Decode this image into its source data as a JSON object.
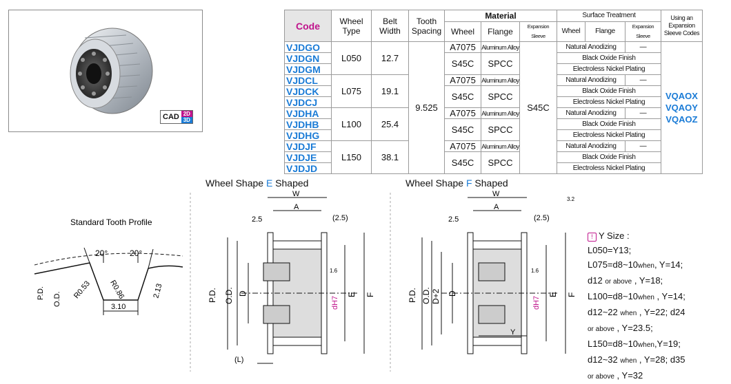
{
  "cad_badge": {
    "label": "CAD",
    "top": "2D",
    "bottom": "3D"
  },
  "table": {
    "headers": {
      "code": "Code",
      "wheel_type": "Wheel\nType",
      "belt_width": "Belt\nWidth",
      "tooth_spacing": "Tooth\nSpacing",
      "material": "Material",
      "material_wheel": "Wheel",
      "material_flange": "Flange",
      "material_sleeve": "Expansion Sleeve",
      "surface": "Surface Treatment",
      "surface_wheel": "Wheel",
      "surface_flange": "Flange",
      "surface_sleeve": "Expansion Sleeve",
      "using_sleeve": "Using an Expansion Sleeve Codes"
    },
    "codes": [
      "VJDGO",
      "VJDGN",
      "VJDGM",
      "VJDCL",
      "VJDCK",
      "VJDCJ",
      "VJDHA",
      "VJDHB",
      "VJDHG",
      "VJDJF",
      "VJDJE",
      "VJDJD"
    ],
    "groups": [
      {
        "wheel_type": "L050",
        "belt_width": "12.7"
      },
      {
        "wheel_type": "L075",
        "belt_width": "19.1"
      },
      {
        "wheel_type": "L100",
        "belt_width": "25.4"
      },
      {
        "wheel_type": "L150",
        "belt_width": "38.1"
      }
    ],
    "tooth_spacing": "9.525",
    "mat_al_wheel": "A7075",
    "mat_al_flange": "Aluminum Alloy",
    "mat_steel_wheel": "S45C",
    "mat_steel_flange": "SPCC",
    "mat_sleeve": "S45C",
    "surf_natural": "Natural Anodizing",
    "surf_dash": "—",
    "surf_black": "Black Oxide Finish",
    "surf_nickel": "Electroless Nickel Plating",
    "sleeve_codes": [
      "VQAOX",
      "VQAOY",
      "VQAOZ"
    ]
  },
  "tooth_profile": {
    "title": "Standard Tooth Profile",
    "angle1": "20°",
    "angle2": "20°",
    "r1": "R0.53",
    "r2": "R0.86",
    "depth": "2.13",
    "width": "3.10",
    "pd": "P.D.",
    "od": "O.D."
  },
  "shape_e": {
    "prefix": "Wheel Shape ",
    "letter": "E",
    "suffix": " Shaped"
  },
  "shape_f": {
    "prefix": "Wheel Shape ",
    "letter": "F",
    "suffix": " Shaped"
  },
  "dims": {
    "W": "W",
    "A": "A",
    "left": "2.5",
    "right": "(2.5)",
    "pd": "P.D.",
    "od": "O.D.",
    "D": "D",
    "dh": "dH7",
    "E": "E",
    "F": "F",
    "L": "(L)",
    "rough": "1.6",
    "rough2": "3.2",
    "d2": "D+2",
    "Y": "Y"
  },
  "y_size": {
    "title": "Y Size :",
    "lines": [
      {
        "main": "L050=Y13;",
        "sm": ""
      },
      {
        "main": "L075=d8~10",
        "sm": "when",
        "rest": ", Y=14;"
      },
      {
        "main": "d12 ",
        "sm": "or above",
        "rest": " , Y=18;"
      },
      {
        "main": "L100=d8~10",
        "sm": "when",
        "rest": " , Y=14;"
      },
      {
        "main": "d12~22 ",
        "sm": "when",
        "rest": " , Y=22; d24"
      },
      {
        "main": "",
        "sm": "or above",
        "rest": " , Y=23.5;"
      },
      {
        "main": "L150=d8~10",
        "sm": "when",
        "rest": ",Y=19;"
      },
      {
        "main": "d12~32 ",
        "sm": "when",
        "rest": " , Y=28; d35"
      },
      {
        "main": "",
        "sm": "or above",
        "rest": " , Y=32"
      }
    ]
  },
  "colors": {
    "accent_blue": "#1a7bd6",
    "magenta": "#c0148c"
  }
}
